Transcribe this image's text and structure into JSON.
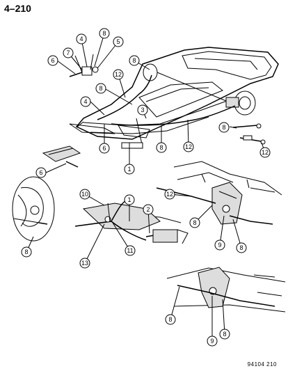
{
  "page_number": "4–210",
  "figure_code": "94104 210",
  "callouts": [
    {
      "id": "c1",
      "label": "4"
    },
    {
      "id": "c2",
      "label": "8"
    },
    {
      "id": "c3",
      "label": "7"
    },
    {
      "id": "c4",
      "label": "5"
    },
    {
      "id": "c5",
      "label": "6"
    },
    {
      "id": "c6",
      "label": "8"
    },
    {
      "id": "c7",
      "label": "12"
    },
    {
      "id": "c8",
      "label": "8"
    },
    {
      "id": "c9",
      "label": "4"
    },
    {
      "id": "c10",
      "label": "3"
    },
    {
      "id": "c11",
      "label": "6"
    },
    {
      "id": "c12",
      "label": "8"
    },
    {
      "id": "c13",
      "label": "12"
    },
    {
      "id": "c14",
      "label": "8"
    },
    {
      "id": "c15",
      "label": "12"
    },
    {
      "id": "c16",
      "label": "1"
    },
    {
      "id": "c17",
      "label": "6"
    },
    {
      "id": "c18",
      "label": "10"
    },
    {
      "id": "c19",
      "label": "1"
    },
    {
      "id": "c20",
      "label": "2"
    },
    {
      "id": "c21",
      "label": "12"
    },
    {
      "id": "c22",
      "label": "8"
    },
    {
      "id": "c23",
      "label": "8"
    },
    {
      "id": "c24",
      "label": "9"
    },
    {
      "id": "c25",
      "label": "8"
    },
    {
      "id": "c26",
      "label": "11"
    },
    {
      "id": "c27",
      "label": "13"
    },
    {
      "id": "c28",
      "label": "8"
    },
    {
      "id": "c29",
      "label": "9"
    },
    {
      "id": "c30",
      "label": "8"
    }
  ]
}
